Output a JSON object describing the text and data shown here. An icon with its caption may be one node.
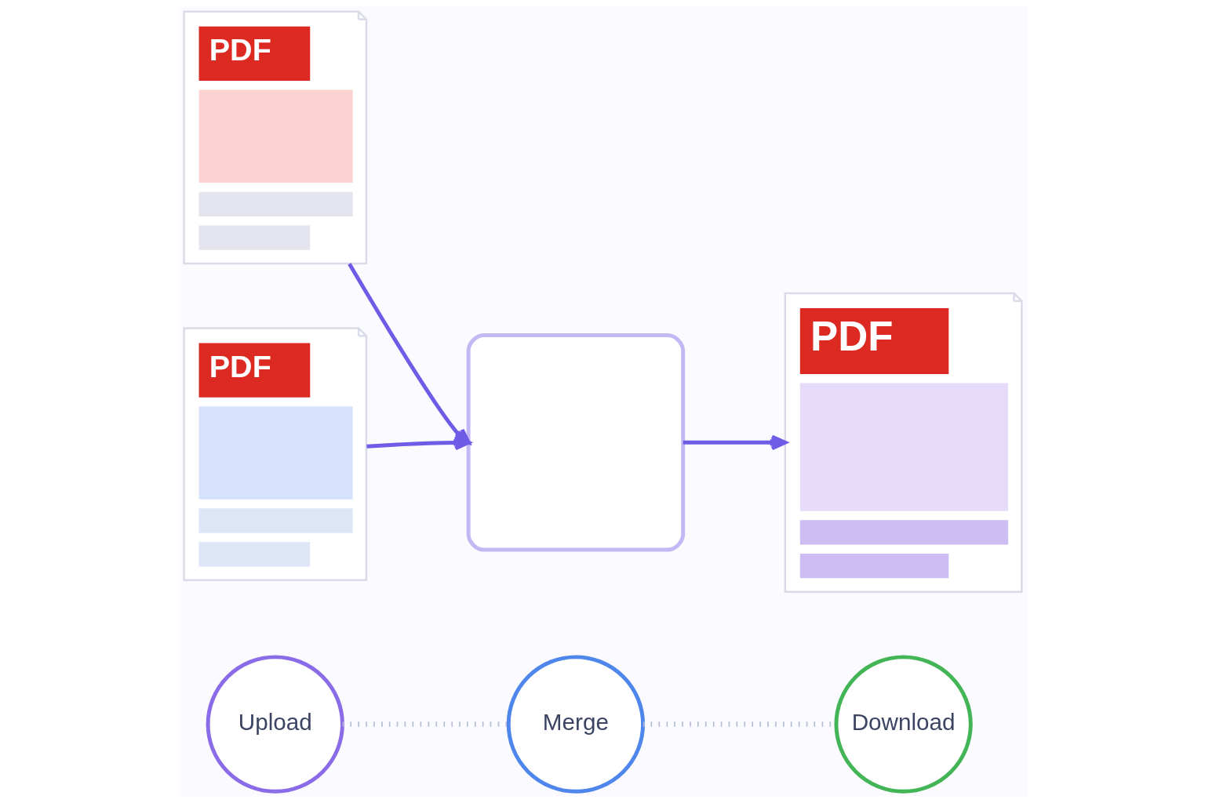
{
  "diagram": {
    "nodes": [
      {
        "text": [
          "PDF"
        ]
      },
      {
        "text": [
          "PDF"
        ]
      },
      {
        "text": [],
        "shape": "box"
      },
      {
        "text": [
          "PDF"
        ]
      },
      {
        "text": [
          "Upload"
        ]
      },
      {
        "text": [
          "Merge"
        ]
      },
      {
        "text": [
          "Download"
        ]
      }
    ],
    "edges": [
      {
        "from": 0,
        "to": 2,
        "arrow": "to"
      },
      {
        "from": 1,
        "to": 2,
        "arrow": "to"
      },
      {
        "from": 2,
        "to": 3,
        "arrow": "to"
      },
      {
        "from": 4,
        "to": 5,
        "arrow": "none",
        "style": "dashed",
        "color": "#b4bcd6"
      },
      {
        "from": 5,
        "to": 6,
        "arrow": "none",
        "style": "dashed",
        "color": "#b4bcd6"
      }
    ]
  }
}
